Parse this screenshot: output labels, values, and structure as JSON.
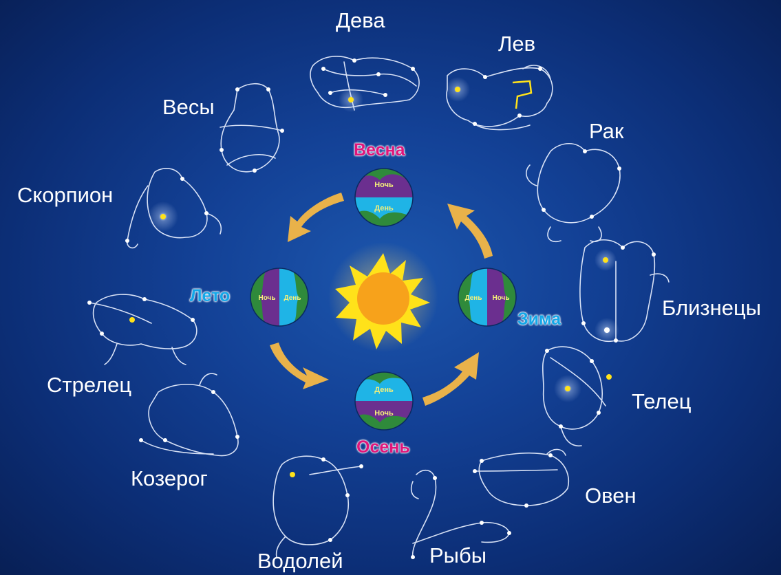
{
  "zodiac": {
    "virgo": "Дева",
    "leo": "Лев",
    "libra": "Весы",
    "cancer": "Рак",
    "scorpio": "Скорпион",
    "gemini": "Близнецы",
    "sagittarius": "Стрелец",
    "taurus": "Телец",
    "capricorn": "Козерог",
    "aries": "Овен",
    "aquarius": "Водолей",
    "pisces": "Рыбы"
  },
  "seasons": {
    "spring": "Весна",
    "summer": "Лето",
    "winter": "Зима",
    "autumn": "Осень"
  },
  "earth": {
    "night": "Ночь",
    "day": "День"
  },
  "colors": {
    "background": "#134196",
    "sun": "#f7a21b",
    "sun_rays": "#ffe21a",
    "arrows": "#e9b24a",
    "season_pink": "#e0157a",
    "season_blue": "#14a7e8",
    "night": "#6b2f8f",
    "day": "#1fb4e6",
    "land": "#2f8a3b"
  }
}
